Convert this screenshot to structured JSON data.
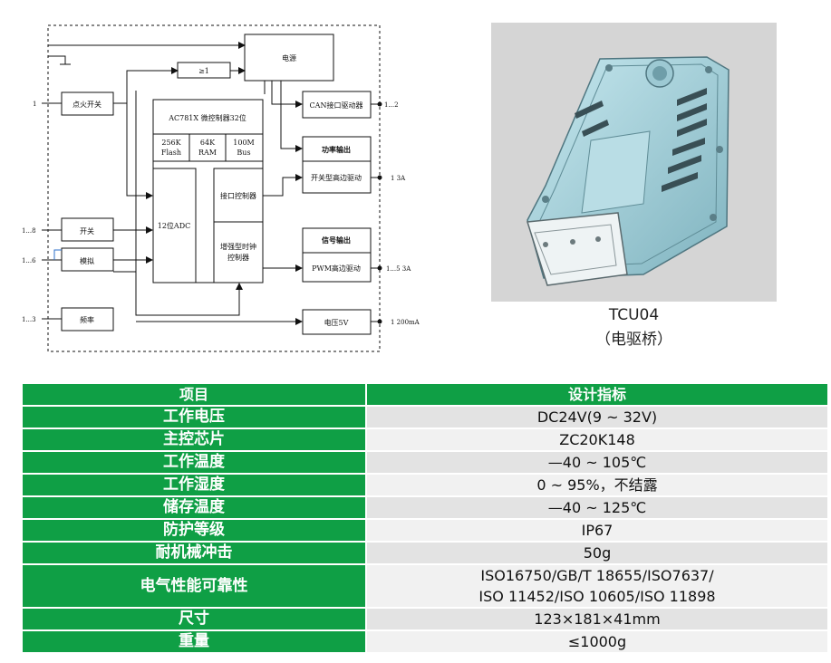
{
  "diagram": {
    "power": "电源",
    "or_gate": "≥1",
    "ignition_switch": "点火开关",
    "mcu": "AC781X 微控制器32位",
    "flash": [
      "256K",
      "Flash"
    ],
    "ram": [
      "64K",
      "RAM"
    ],
    "bus": [
      "100M",
      "Bus"
    ],
    "adc": "12位ADC",
    "interface_ctrl": "接口控制器",
    "enhanced_timer": [
      "增强型时钟",
      "控制器"
    ],
    "can_driver": "CAN接口驱动器",
    "power_output": "功率输出",
    "switch_driver": "开关型高边驱动",
    "signal_output": "信号输出",
    "pwm_driver": "PWM高边驱动",
    "v5": "电压5V",
    "switch_in": "开关",
    "analog_in": "模拟",
    "freq_in": "频率",
    "pins": {
      "ign": "1",
      "can": "1...2",
      "sw_out": "1   3A",
      "pwm_out": "1...5  3A",
      "v5_out": "1   200mA",
      "sw_in": "1...8",
      "an_in": "1...6",
      "fr_in": "1...3"
    }
  },
  "product": {
    "name": "TCU04",
    "subtitle": "（电驱桥）"
  },
  "specs": {
    "header_item": "项目",
    "header_value": "设计指标",
    "rows": [
      {
        "label": "工作电压",
        "value": [
          "DC24V(9 ~ 32V)"
        ]
      },
      {
        "label": "主控芯片",
        "value": [
          "ZC20K148"
        ]
      },
      {
        "label": "工作温度",
        "value": [
          "—40 ~ 105℃"
        ]
      },
      {
        "label": "工作湿度",
        "value": [
          "0 ~ 95%，不结露"
        ]
      },
      {
        "label": "储存温度",
        "value": [
          "—40 ~ 125℃"
        ]
      },
      {
        "label": "防护等级",
        "value": [
          "IP67"
        ]
      },
      {
        "label": "耐机械冲击",
        "value": [
          "50g"
        ]
      },
      {
        "label": "电气性能可靠性",
        "value": [
          "ISO16750/GB/T  18655/ISO7637/",
          "ISO  11452/ISO  10605/ISO  11898"
        ]
      },
      {
        "label": "尺寸",
        "value": [
          "123×181×41mm"
        ]
      },
      {
        "label": "重量",
        "value": [
          "≤1000g"
        ]
      }
    ]
  }
}
